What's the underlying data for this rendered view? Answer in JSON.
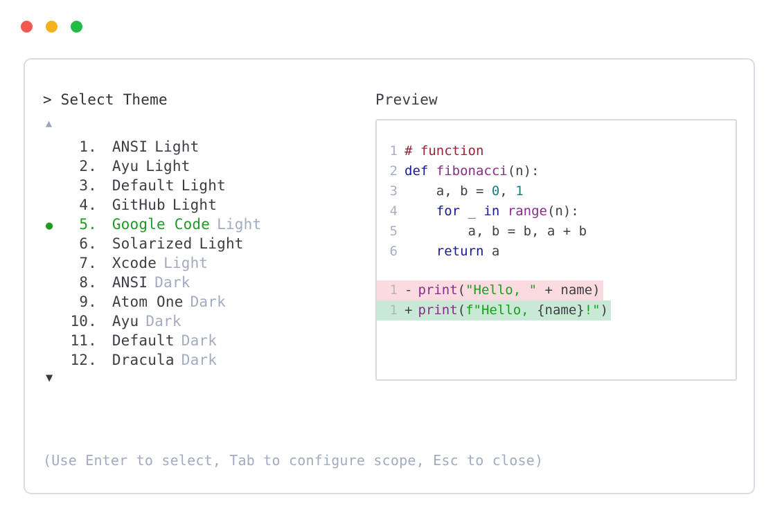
{
  "window": {
    "traffic_lights": [
      {
        "name": "close",
        "color": "#f4574f"
      },
      {
        "name": "minimize",
        "color": "#f5b01e"
      },
      {
        "name": "maximize",
        "color": "#22bb44"
      }
    ]
  },
  "prompt": {
    "symbol": ">",
    "title": "Select Theme",
    "full": "> Select Theme"
  },
  "preview_header": "Preview",
  "scroll": {
    "up_glyph": "▲",
    "down_glyph": "▼"
  },
  "themes": [
    {
      "num": "1.",
      "name": "ANSI",
      "variant": "Light",
      "variant_muted": false,
      "selected": false,
      "bullet": ""
    },
    {
      "num": "2.",
      "name": "Ayu",
      "variant": "Light",
      "variant_muted": false,
      "selected": false,
      "bullet": ""
    },
    {
      "num": "3.",
      "name": "Default",
      "variant": "Light",
      "variant_muted": false,
      "selected": false,
      "bullet": ""
    },
    {
      "num": "4.",
      "name": "GitHub",
      "variant": "Light",
      "variant_muted": false,
      "selected": false,
      "bullet": ""
    },
    {
      "num": "5.",
      "name": "Google Code",
      "variant": "Light",
      "variant_muted": true,
      "selected": true,
      "bullet": "●"
    },
    {
      "num": "6.",
      "name": "Solarized",
      "variant": "Light",
      "variant_muted": false,
      "selected": false,
      "bullet": ""
    },
    {
      "num": "7.",
      "name": "Xcode",
      "variant": "Light",
      "variant_muted": true,
      "selected": false,
      "bullet": ""
    },
    {
      "num": "8.",
      "name": "ANSI",
      "variant": "Dark",
      "variant_muted": true,
      "selected": false,
      "bullet": ""
    },
    {
      "num": "9.",
      "name": "Atom One",
      "variant": "Dark",
      "variant_muted": true,
      "selected": false,
      "bullet": ""
    },
    {
      "num": "10.",
      "name": "Ayu",
      "variant": "Dark",
      "variant_muted": true,
      "selected": false,
      "bullet": ""
    },
    {
      "num": "11.",
      "name": "Default",
      "variant": "Dark",
      "variant_muted": true,
      "selected": false,
      "bullet": ""
    },
    {
      "num": "12.",
      "name": "Dracula",
      "variant": "Dark",
      "variant_muted": true,
      "selected": false,
      "bullet": ""
    }
  ],
  "code_preview": {
    "lines": [
      {
        "ln": "1",
        "tokens": [
          {
            "t": "# function",
            "c": "comment"
          }
        ]
      },
      {
        "ln": "2",
        "tokens": [
          {
            "t": "def ",
            "c": "kw"
          },
          {
            "t": "fibonacci",
            "c": "fn"
          },
          {
            "t": "(n):",
            "c": "punc"
          }
        ]
      },
      {
        "ln": "3",
        "tokens": [
          {
            "t": "    a, b = ",
            "c": "plain"
          },
          {
            "t": "0",
            "c": "num"
          },
          {
            "t": ", ",
            "c": "plain"
          },
          {
            "t": "1",
            "c": "num"
          }
        ]
      },
      {
        "ln": "4",
        "tokens": [
          {
            "t": "    ",
            "c": "plain"
          },
          {
            "t": "for",
            "c": "kw"
          },
          {
            "t": " _ ",
            "c": "plain"
          },
          {
            "t": "in",
            "c": "kw"
          },
          {
            "t": " ",
            "c": "plain"
          },
          {
            "t": "range",
            "c": "fn"
          },
          {
            "t": "(n):",
            "c": "punc"
          }
        ]
      },
      {
        "ln": "5",
        "tokens": [
          {
            "t": "        a, b = b, a + b",
            "c": "plain"
          }
        ]
      },
      {
        "ln": "6",
        "tokens": [
          {
            "t": "    ",
            "c": "plain"
          },
          {
            "t": "return",
            "c": "kw"
          },
          {
            "t": " a",
            "c": "plain"
          }
        ]
      }
    ],
    "diff": [
      {
        "ln": "1",
        "kind": "del",
        "sign": "-",
        "tokens": [
          {
            "t": "print",
            "c": "fn"
          },
          {
            "t": "(",
            "c": "punc"
          },
          {
            "t": "\"Hello, \"",
            "c": "str"
          },
          {
            "t": " + name)",
            "c": "plain"
          }
        ]
      },
      {
        "ln": "1",
        "kind": "add",
        "sign": "+",
        "tokens": [
          {
            "t": "print",
            "c": "fn"
          },
          {
            "t": "(",
            "c": "punc"
          },
          {
            "t": "f\"Hello, ",
            "c": "str"
          },
          {
            "t": "{name}",
            "c": "plain"
          },
          {
            "t": "!\"",
            "c": "str"
          },
          {
            "t": ")",
            "c": "punc"
          }
        ]
      }
    ]
  },
  "footer_hint": "(Use Enter to select, Tab to configure scope, Esc to close)"
}
